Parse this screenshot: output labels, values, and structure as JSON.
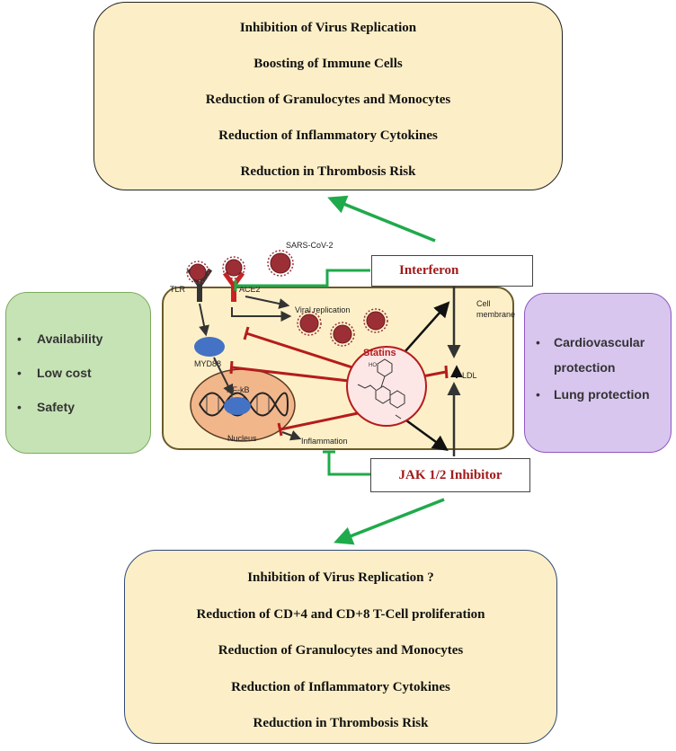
{
  "top_effects": {
    "items": [
      "Inhibition of Virus Replication",
      "Boosting of Immune Cells",
      "Reduction of Granulocytes and Monocytes",
      "Reduction of Inflammatory Cytokines",
      "Reduction in Thrombosis Risk"
    ]
  },
  "bottom_effects": {
    "items": [
      "Inhibition of Virus Replication ?",
      "Reduction of CD+4 and CD+8 T-Cell proliferation",
      "Reduction of Granulocytes and Monocytes",
      "Reduction of Inflammatory Cytokines",
      "Reduction in Thrombosis Risk"
    ]
  },
  "advantages": {
    "items": [
      "Availability",
      "Low cost",
      "Safety"
    ]
  },
  "protection": {
    "items": [
      "Cardiovascular protection",
      "Lung protection"
    ]
  },
  "cell": {
    "virus_label": "SARS-CoV-2",
    "tlr": "TLR",
    "ace2": "ACE2",
    "viral_replication": "Viral replication",
    "membrane": [
      "Cell",
      "membrane"
    ],
    "myd88": "MYD88",
    "nfkb": "NF-kB",
    "nucleus": "Nucleus",
    "inflammation": "Inflammation",
    "statins": "Statins",
    "ldl": "LDL",
    "ho_label": "HO"
  },
  "drugs": {
    "interferon": "Interferon",
    "jak": "JAK 1/2 Inhibitor"
  },
  "colors": {
    "green_arrow": "#1faa4b",
    "inhibition_red": "#b51c1c",
    "drug_text": "#a21a1a",
    "cell_fill": "#fdf0c8",
    "nucleus_fill": "#f2b68b",
    "myd88_blue": "#4472c4",
    "virus_red": "#9c2f36"
  },
  "bullet_char": "•"
}
